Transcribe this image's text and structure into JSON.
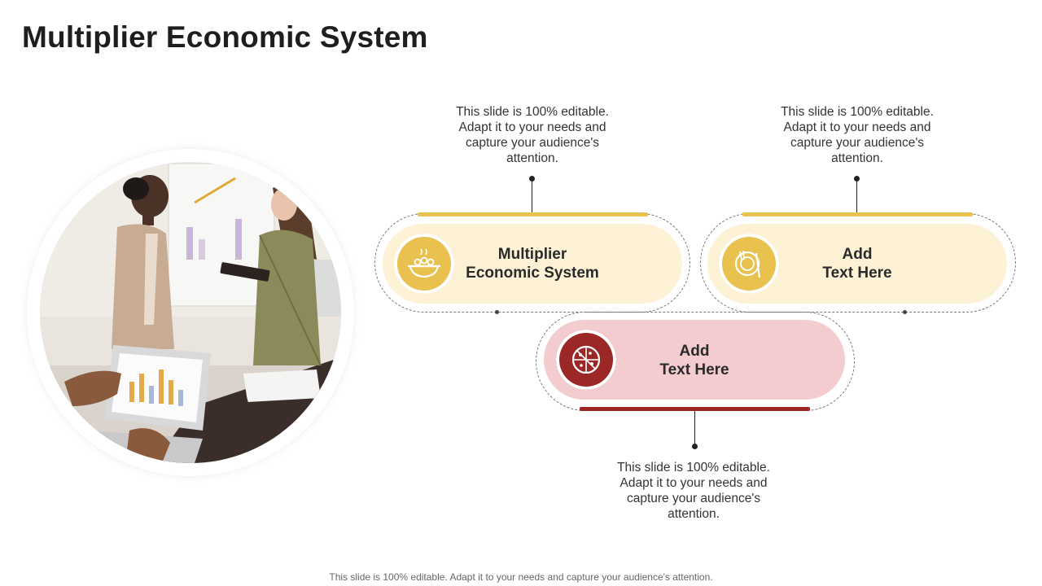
{
  "slide": {
    "title": "Multiplier Economic System",
    "footer": "This slide is 100% editable. Adapt it to your needs and capture your audience's attention."
  },
  "cards": [
    {
      "label": "Multiplier\nEconomic System",
      "description": "This slide is 100% editable. Adapt it to your needs and capture your audience's attention.",
      "icon": "food-bowl-icon",
      "color": "#e9c14f"
    },
    {
      "label": "Add\nText Here",
      "description": "This slide is 100% editable. Adapt it to your needs and capture your audience's attention.",
      "icon": "plate-fork-knife-icon",
      "color": "#e9c14f"
    },
    {
      "label": "Add\nText Here",
      "description": "This slide is 100% editable. Adapt it to your needs and capture your audience's attention.",
      "icon": "pizza-icon",
      "color": "#9c2727"
    }
  ],
  "colors": {
    "accent_yellow": "#e9c14f",
    "accent_red": "#9c2727",
    "pill_yellow": "#fdf2d6",
    "pill_pink": "#f3ccd0"
  },
  "image": {
    "subject": "meeting-photo"
  }
}
